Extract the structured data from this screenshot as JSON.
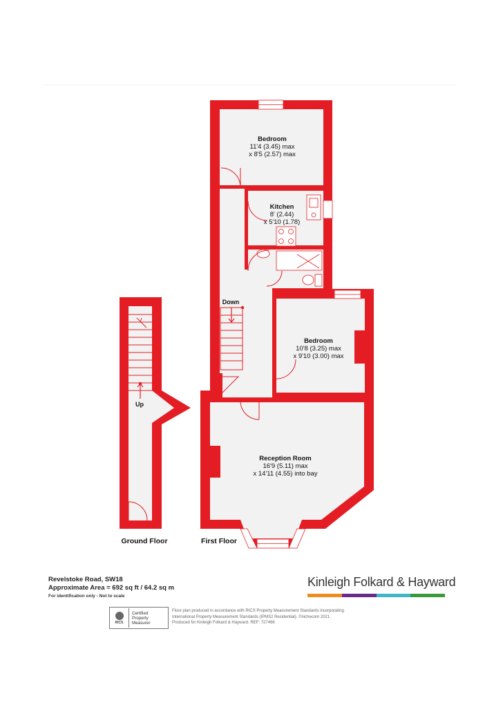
{
  "rooms": {
    "bedroom1": {
      "name": "Bedroom",
      "dim1": "11'4 (3.45) max",
      "dim2": "x 8'5 (2.57) max"
    },
    "kitchen": {
      "name": "Kitchen",
      "dim1": "8' (2.44)",
      "dim2": "x 5'10 (1.78)"
    },
    "bedroom2": {
      "name": "Bedroom",
      "dim1": "10'8 (3.25) max",
      "dim2": "x 9'10 (3.00) max"
    },
    "reception": {
      "name": "Reception Room",
      "dim1": "16'9 (5.11) max",
      "dim2": "x 14'11 (4.55)  into bay"
    }
  },
  "labels": {
    "down": "Down",
    "up": "Up",
    "ground_floor": "Ground Floor",
    "first_floor": "First Floor"
  },
  "footer": {
    "address": "Revelstoke Road, SW18",
    "area": "Approximate Area = 692 sq ft / 64.2 sq m",
    "note": "For identification only - Not to scale"
  },
  "brand": {
    "name": "Kinleigh Folkard & Hayward",
    "colors": [
      "#f08c1e",
      "#6a2a8a",
      "#3fb6c8",
      "#3a9a3a"
    ]
  },
  "rics": {
    "logo_text": "RICS",
    "label_line1": "Certified",
    "label_line2": "Property",
    "label_line3": "Measurer"
  },
  "disclaimer": {
    "line1": "Floor plan produced in accordance with RICS Property Measurement Standards incorporating",
    "line2": "International Property Measurement Standards (IPMS2 Residential).  ©nichecom 2021.",
    "line3": "Produced for Kinleigh Folkard & Hayward.   REF: 727466"
  },
  "colors": {
    "wall": "#e31d23",
    "floor": "#f2f2f2",
    "fixture": "#ffffff"
  }
}
